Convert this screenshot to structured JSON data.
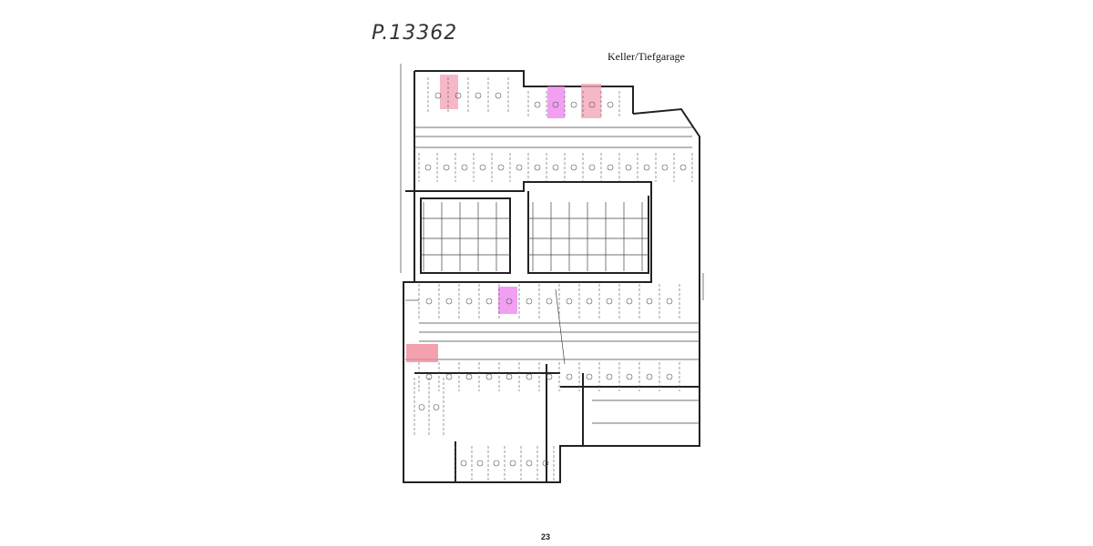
{
  "document": {
    "handwritten_reference": "P.13362",
    "title": "Keller/Tiefgarage",
    "page_number": "23"
  },
  "highlights": {
    "pink": "#f4a6b8",
    "magenta": "#ee88ee",
    "red": "#f08a9a"
  },
  "colors": {
    "line": "#222222",
    "background": "#ffffff"
  }
}
